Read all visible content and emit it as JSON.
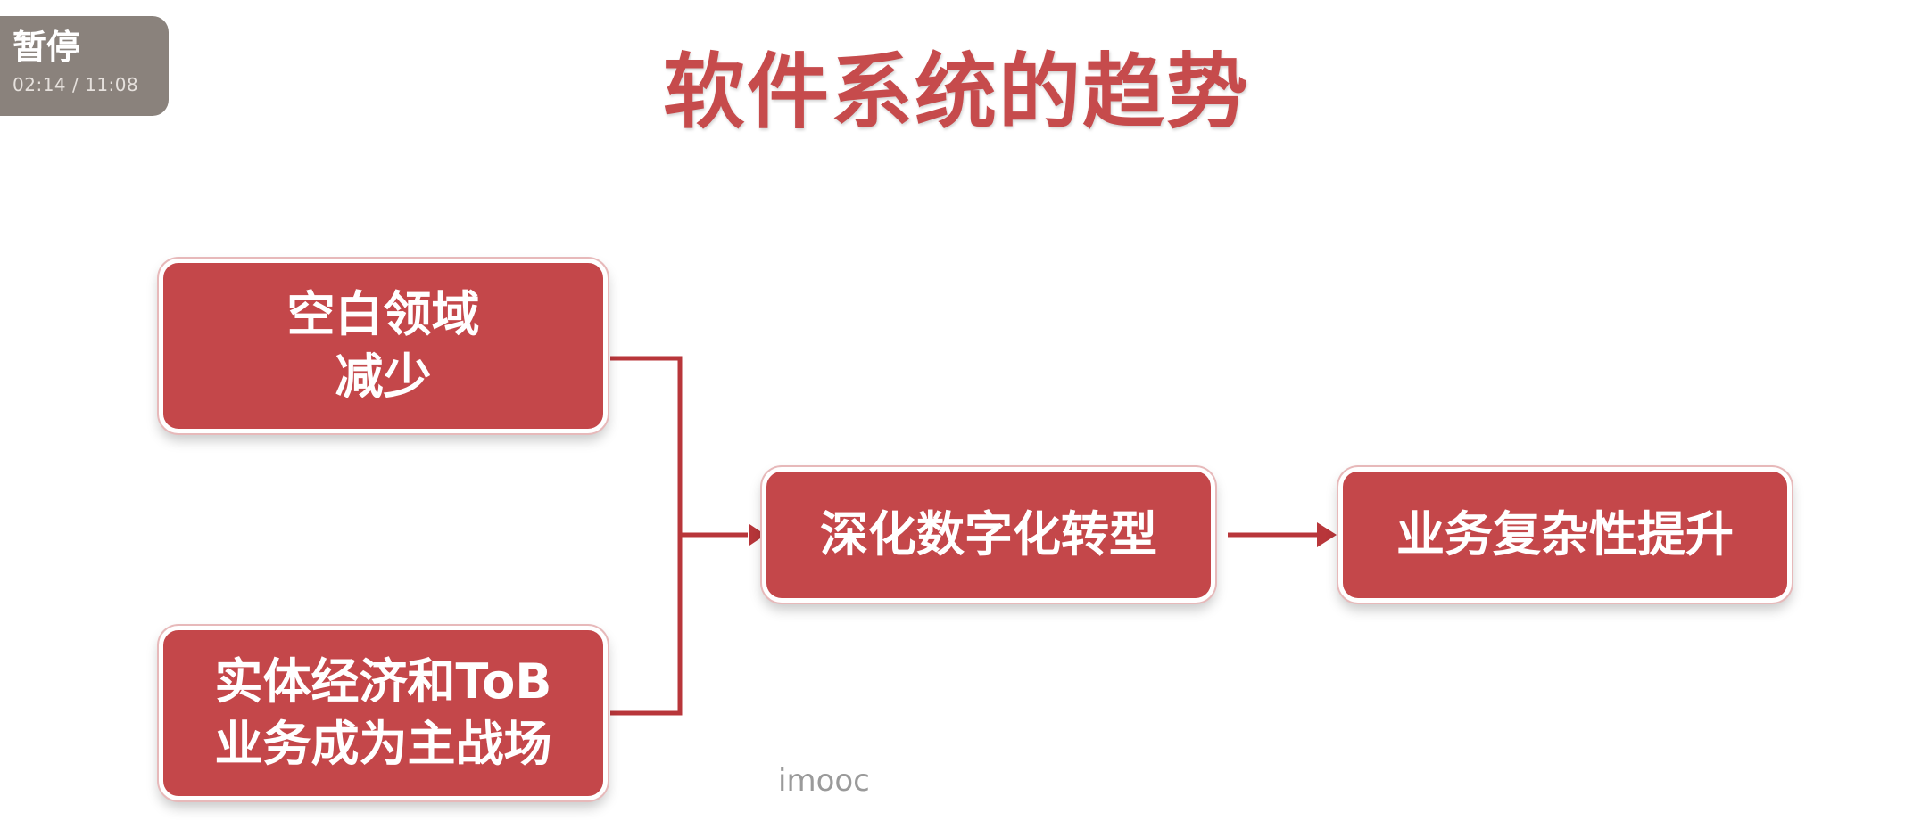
{
  "overlay": {
    "pause_label": "暂停",
    "time_readout": "02:14 / 11:08"
  },
  "slide": {
    "title": "软件系统的趋势",
    "watermark": "imooc"
  },
  "nodes": [
    {
      "label": "空白领域\n减少"
    },
    {
      "label": "实体经济和ToB\n业务成为主战场"
    },
    {
      "label": "深化数字化转型"
    },
    {
      "label": "业务复杂性提升"
    }
  ],
  "colors": {
    "box_fill": "#c4474a",
    "title": "#c64b4c",
    "connector": "#b8363a",
    "badge": "#8a827c"
  }
}
